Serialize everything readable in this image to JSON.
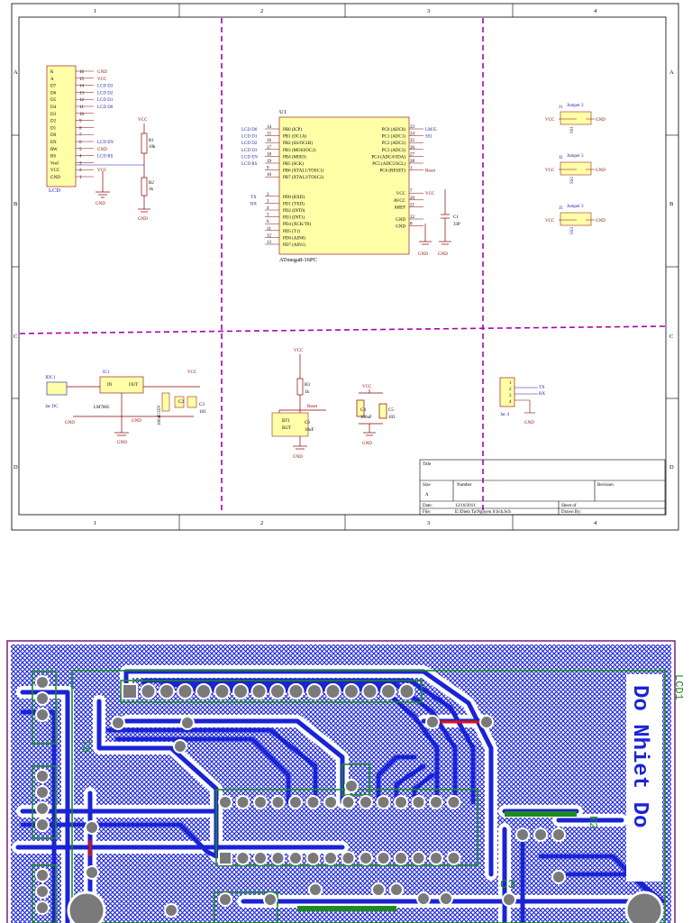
{
  "sheet": {
    "border_cols": [
      "1",
      "2",
      "3",
      "4"
    ],
    "border_rows": [
      "A",
      "B",
      "C",
      "D"
    ],
    "lcd": {
      "ref": "LCD",
      "pins": [
        {
          "num": "16",
          "name": "K",
          "net": "GND"
        },
        {
          "num": "15",
          "name": "A",
          "net": "VCC"
        },
        {
          "num": "14",
          "name": "D7",
          "net": "LCD_D3"
        },
        {
          "num": "13",
          "name": "D6",
          "net": "LCD_D2"
        },
        {
          "num": "12",
          "name": "D5",
          "net": "LCD_D1"
        },
        {
          "num": "11",
          "name": "D4",
          "net": "LCD_D0"
        },
        {
          "num": "10",
          "name": "D3",
          "net": ""
        },
        {
          "num": "9",
          "name": "D2",
          "net": ""
        },
        {
          "num": "8",
          "name": "D1",
          "net": ""
        },
        {
          "num": "7",
          "name": "D0",
          "net": ""
        },
        {
          "num": "6",
          "name": "EN",
          "net": "LCD_EN"
        },
        {
          "num": "5",
          "name": "RW",
          "net": "GND"
        },
        {
          "num": "4",
          "name": "RS",
          "net": "LCD_RS"
        },
        {
          "num": "3",
          "name": "Vref",
          "net": ""
        },
        {
          "num": "2",
          "name": "VCC",
          "net": "VCC"
        },
        {
          "num": "1",
          "name": "GND",
          "net": ""
        }
      ],
      "gnd": "GND"
    },
    "r1": {
      "ref": "R1",
      "value": "10k",
      "vcc": "VCC"
    },
    "r2": {
      "ref": "R2",
      "value": "1k",
      "gnd": "GND"
    },
    "mcu": {
      "ref": "U1",
      "part": "ATmega8-16PC",
      "left_pins": [
        {
          "num": "14",
          "name": "PB0 (ICP)",
          "net": "LCD_D0"
        },
        {
          "num": "15",
          "name": "PB1 (OC1A)",
          "net": "LCD_D1"
        },
        {
          "num": "16",
          "name": "PB2 (SS/OC1B)",
          "net": "LCD_D2"
        },
        {
          "num": "17",
          "name": "PB3 (MOSI/OC2)",
          "net": "LCD_D3"
        },
        {
          "num": "18",
          "name": "PB4 (MISO)",
          "net": "LCD_EN"
        },
        {
          "num": "19",
          "name": "PB5 (SCK)",
          "net": "LCD_RS"
        },
        {
          "num": "9",
          "name": "PB6 (XTAL1/TOSC1)",
          "net": ""
        },
        {
          "num": "10",
          "name": "PB7 (XTAL2/TOSC2)",
          "net": ""
        },
        {
          "num": "2",
          "name": "PD0 (RXD)",
          "net": "TX"
        },
        {
          "num": "3",
          "name": "PD1 (TXD)",
          "net": "RX"
        },
        {
          "num": "4",
          "name": "PD2 (INT0)",
          "net": ""
        },
        {
          "num": "5",
          "name": "PD3 (INT1)",
          "net": ""
        },
        {
          "num": "6",
          "name": "PD4 (XCK/T0)",
          "net": ""
        },
        {
          "num": "11",
          "name": "PD5 (T1)",
          "net": ""
        },
        {
          "num": "12",
          "name": "PD6 (AIN0)",
          "net": ""
        },
        {
          "num": "13",
          "name": "PD7 (AIN1)",
          "net": ""
        }
      ],
      "right_pins": [
        {
          "num": "23",
          "name": "PC0 (ADC0)",
          "net": "LM35"
        },
        {
          "num": "24",
          "name": "PC1 (ADC1)",
          "net": "SS1"
        },
        {
          "num": "25",
          "name": "PC2 (ADC2)",
          "net": ""
        },
        {
          "num": "26",
          "name": "PC3 (ADC3)",
          "net": ""
        },
        {
          "num": "27",
          "name": "PC4 (ADC4/SDA)",
          "net": ""
        },
        {
          "num": "28",
          "name": "PC5 (ADC5/SCL)",
          "net": ""
        },
        {
          "num": "1",
          "name": "PC6 (RESET)",
          "net": "Reset"
        },
        {
          "num": "7",
          "name": "VCC",
          "net": "VCC"
        },
        {
          "num": "20",
          "name": "AVCC",
          "net": ""
        },
        {
          "num": "21",
          "name": "AREF",
          "net": ""
        },
        {
          "num": "22",
          "name": "GND",
          "net": ""
        },
        {
          "num": "8",
          "name": "GND",
          "net": ""
        }
      ],
      "c1": {
        "ref": "C1",
        "value": "33P"
      },
      "gnd": "GND"
    },
    "jumpers": [
      {
        "ref": "J1",
        "label": "Jumper 3",
        "vcc": "VCC",
        "gnd": "GND",
        "sig": "SS1"
      },
      {
        "ref": "J2",
        "label": "Jumper 3",
        "vcc": "VCC",
        "gnd": "GND",
        "sig": "SS2"
      },
      {
        "ref": "J3",
        "label": "Jumper 3",
        "vcc": "VCC",
        "gnd": "GND",
        "sig": "SS3"
      }
    ],
    "power": {
      "jdc": {
        "ref": "JDC1",
        "label": "Jac DC"
      },
      "ic1": {
        "ref": "IC1",
        "part": "LM7805",
        "in": "IN",
        "out": "OUT",
        "gnd": "GND"
      },
      "c_big": {
        "value": "100uF/35V"
      },
      "c2": {
        "ref": "C2"
      },
      "c3": {
        "ref": "C3",
        "value": "103"
      },
      "vcc": "VCC",
      "gnd": "GND"
    },
    "reset": {
      "vcc": "VCC",
      "r3": "R3",
      "r3v": "1k",
      "net": "Reset",
      "bt1": "BT1",
      "but": "BUT",
      "c6": "C6",
      "c6v": "10uF",
      "gnd": "GND"
    },
    "decoup": {
      "vcc": "VCC",
      "c4": "C4",
      "c4v": "100uF",
      "c5": "C5",
      "c5v": "103",
      "gnd": "GND"
    },
    "jac4": {
      "label": "Jac 4",
      "pins": [
        "1",
        "2",
        "3",
        "4"
      ],
      "tx": "TX",
      "rx": "RX",
      "gnd": "GND"
    },
    "title_block": {
      "title": "Title",
      "size": "Size",
      "size_val": "A",
      "number": "Number",
      "revision": "Revision",
      "date": "Date:",
      "date_val": "12/10/2011",
      "file": "File:",
      "file_val": "E:\\Diem Ta\\Nguyen li\\Sch.Sch",
      "sheet": "Sheet    of",
      "drawn": "Drawn By:"
    }
  },
  "pcb": {
    "board_text": "Do Nhiet Do",
    "silk_label": "LCD1",
    "pad_labels": [
      "R1",
      "R2",
      "C3",
      "C1"
    ],
    "colors": {
      "copper": "#1a23d6",
      "silk": "#1f8b1f",
      "outline": "#7b1f7b",
      "jumper": "#e01010"
    }
  }
}
